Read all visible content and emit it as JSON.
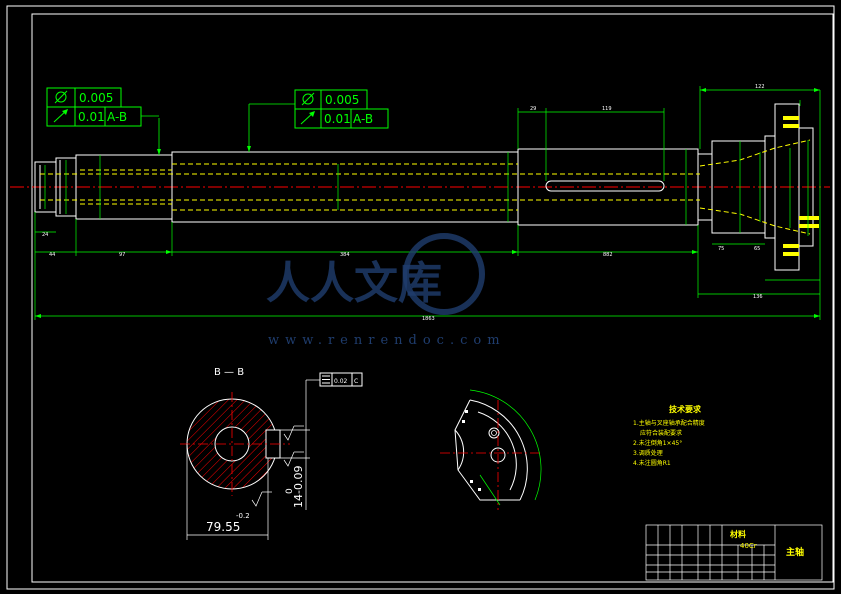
{
  "gdt": {
    "frame_left": {
      "runout_value": "0.005",
      "position_value": "0.01",
      "datum": "A-B"
    },
    "frame_right": {
      "runout_value": "0.005",
      "position_value": "0.01",
      "datum": "A-B"
    }
  },
  "section": {
    "label": "B — B",
    "diameter_dim": "79.55",
    "diameter_tol": "-0.2",
    "key_width": "14-0.09",
    "key_depth": "0",
    "sym_tol": "0.02",
    "sym_datum": "C"
  },
  "dims": {
    "d24": "24",
    "d44": "44",
    "d97": "97",
    "d384": "384",
    "d882": "882",
    "d122": "122",
    "d136": "136",
    "total": "1863",
    "d119": "119",
    "d29": "29",
    "d75": "75",
    "d65": "65"
  },
  "notes": {
    "title": "技术要求",
    "items": [
      "1.主轴与叉座轴承配合精度",
      "应符合装配要求",
      "2.未注倒角1×45°",
      "3.调质处理",
      "4.未注圆角R1"
    ]
  },
  "title_block": {
    "material_label": "材料",
    "material": "40Cr",
    "part_name": "主轴"
  },
  "watermark": {
    "text": "人人文库",
    "url": "www.renrendoc.com"
  },
  "colors": {
    "frame": "#ffffff",
    "outline": "#ffffff",
    "hidden": "#ffff00",
    "centerline": "#ff0000",
    "dimension": "#00ff00",
    "hatch": "#ff0000",
    "watermark": "#1f3d6e"
  }
}
